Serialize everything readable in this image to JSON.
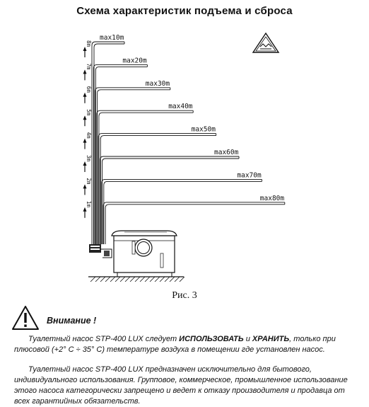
{
  "title": "Схема характеристик подъема и сброса",
  "heights": [
    "8m",
    "7m",
    "6m",
    "5m",
    "4m",
    "3m",
    "2m",
    "1m"
  ],
  "pipes": [
    "max10m",
    "max20m",
    "max30m",
    "max40m",
    "max50m",
    "max60m",
    "max70m",
    "max80m"
  ],
  "caption": "Рис. 3",
  "warning": {
    "title": "Внимание !",
    "icon": "warning-triangle-icon"
  },
  "paragraph1": {
    "l1_a": "Туалетный насос STP-400 LUX следует ",
    "l1_b": "ИСПОЛЬЗОВАТЬ",
    "l1_c": " и ",
    "l1_d": "ХРАНИТЬ",
    "l1_e": ", только при",
    "l2": "плюсовой (+2° С ÷ 35° С) температуре воздуха в помещении где установлен насос."
  },
  "paragraph2": {
    "l1": "Туалетный насос STP-400 LUX предназначен исключительно для бытового,",
    "l2": "индивидуального использования. Групповое, коммерческое, промышленное использование",
    "l3": "этого насоса категорически запрещено и ведет к отказу производителя и продавца от",
    "l4": "всех гарантийных обязательств."
  }
}
